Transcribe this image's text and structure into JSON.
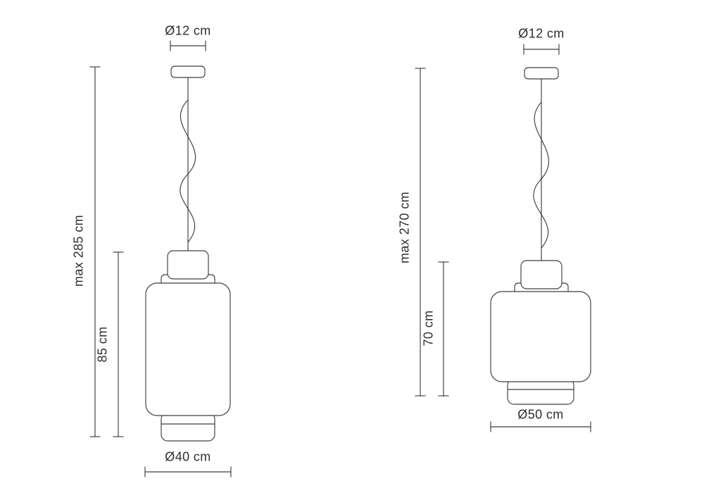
{
  "diagram": {
    "type": "technical-dimension-drawing",
    "subject": "two pendant lamp silhouettes with dimension callouts",
    "colors": {
      "background": "#ffffff",
      "line": "#3d3d3d",
      "text": "#2e2e2e"
    },
    "left_lamp": {
      "labels": {
        "top_diameter": "Ø12 cm",
        "max_height": "max 285 cm",
        "fixture_height": "85 cm",
        "body_diameter": "Ø40 cm"
      }
    },
    "right_lamp": {
      "labels": {
        "top_diameter": "Ø12 cm",
        "max_height": "max 270 cm",
        "fixture_height": "70 cm",
        "body_diameter": "Ø50 cm"
      }
    }
  }
}
